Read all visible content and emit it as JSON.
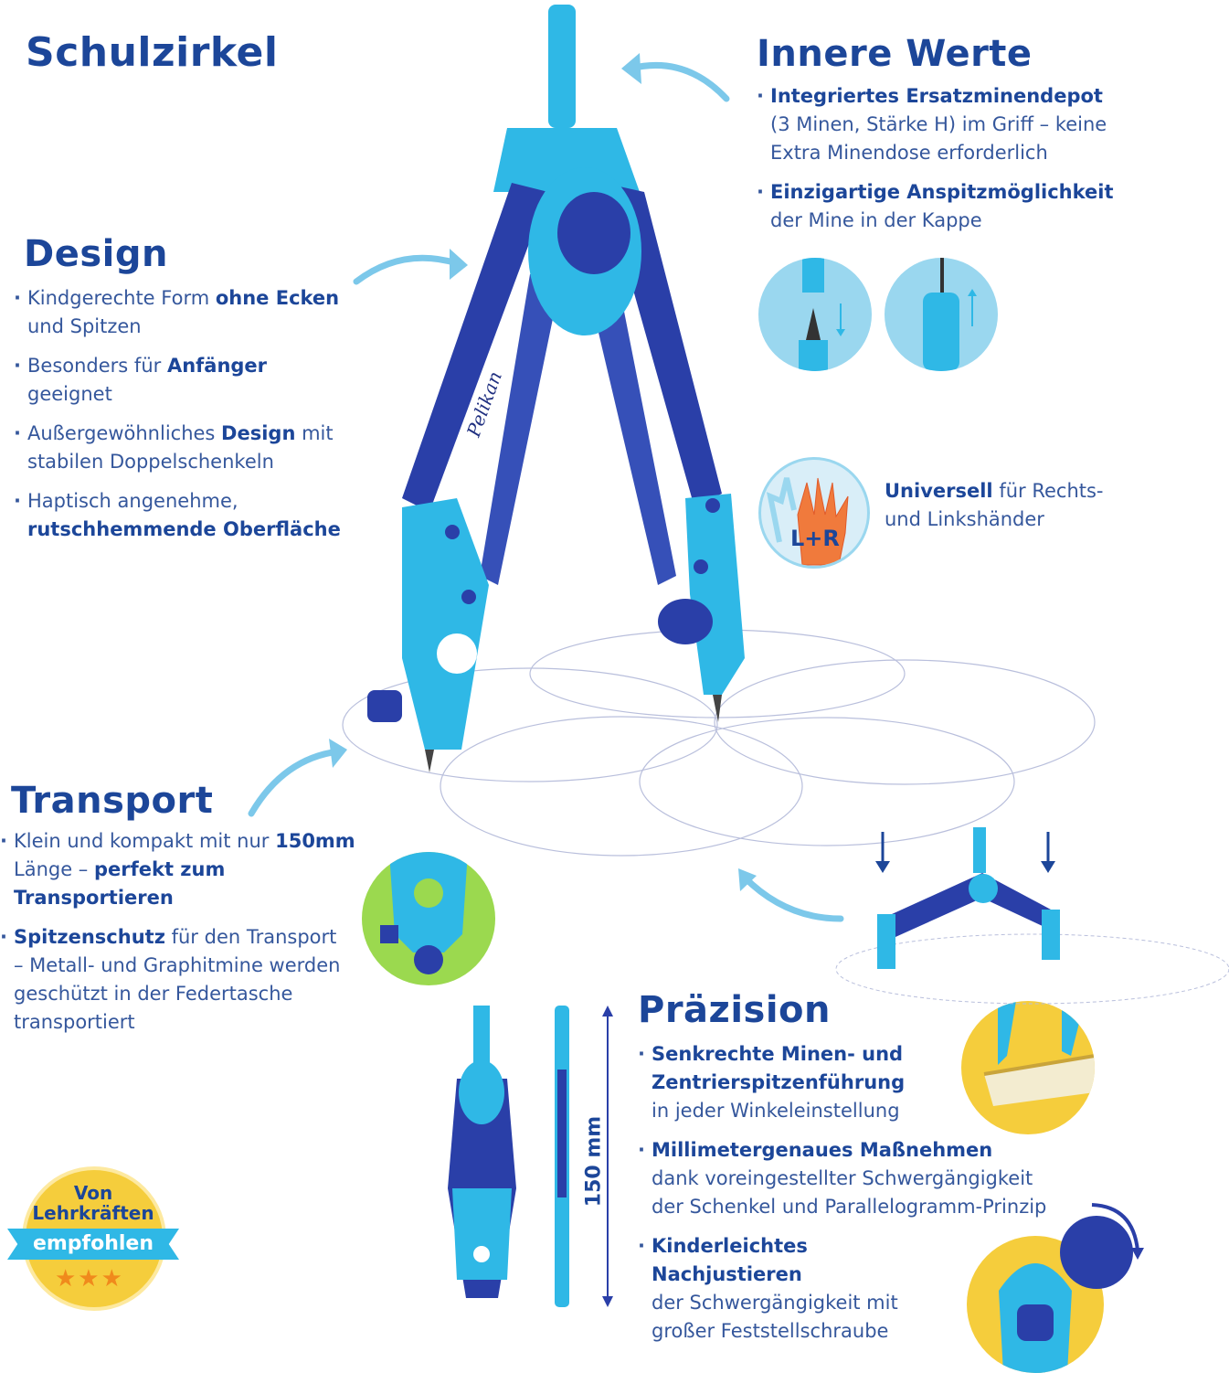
{
  "title": "Schulzirkel",
  "innere_werte": {
    "heading": "Innere Werte",
    "bullets": [
      [
        {
          "t": "Integriertes Ersatzminendepot",
          "b": true
        },
        {
          "t": "(3 Minen, Stärke H) im Griff – keine Extra Minendose erforderlich"
        }
      ],
      [
        {
          "t": "Einzigartige Anspitzmöglichkeit",
          "b": true
        },
        {
          "t": "der Mine in der Kappe"
        }
      ]
    ]
  },
  "universal": [
    {
      "t": "Universell",
      "b": true
    },
    {
      "t": " für Rechts- und Linkshänder"
    }
  ],
  "hand_badge": "L+R",
  "design": {
    "heading": "Design",
    "bullets": [
      [
        {
          "t": "Kindgerechte Form "
        },
        {
          "t": "ohne Ecken",
          "b": true
        },
        {
          "t": " und Spitzen"
        }
      ],
      [
        {
          "t": "Besonders für "
        },
        {
          "t": "Anfänger",
          "b": true
        },
        {
          "t": " geeignet"
        }
      ],
      [
        {
          "t": "Außergewöhnliches "
        },
        {
          "t": "Design",
          "b": true
        },
        {
          "t": " mit stabilen Doppelschenkeln"
        }
      ],
      [
        {
          "t": "Haptisch angenehme, "
        },
        {
          "t": "rutschhemmende Oberfläche",
          "b": true
        }
      ]
    ]
  },
  "transport": {
    "heading": "Transport",
    "bullets": [
      [
        {
          "t": "Klein und kompakt mit nur "
        },
        {
          "t": "150mm",
          "b": true
        },
        {
          "t": " Länge – "
        },
        {
          "t": "perfekt zum Transportieren",
          "b": true
        }
      ],
      [
        {
          "t": "Spitzenschutz",
          "b": true
        },
        {
          "t": " für den Transport – Metall- und Graphitmine werden geschützt in der Federtasche transportiert"
        }
      ]
    ]
  },
  "praezision": {
    "heading": "Präzision",
    "bullets": [
      [
        {
          "t": "Senkrechte Minen- und Zentrierspitzenführung",
          "b": true
        },
        {
          "t": "in jeder Winkeleinstellung"
        }
      ],
      [
        {
          "t": "Millimetergenaues Maßnehmen",
          "b": true
        },
        {
          "t": "dank voreingestellter Schwergängigkeit der Schenkel und Parallelogramm-Prinzip"
        }
      ],
      [
        {
          "t": "Kinderleichtes Nachjustieren",
          "b": true
        },
        {
          "t": "der Schwergängigkeit mit großer Feststellschraube"
        }
      ]
    ]
  },
  "dimension_label": "150 mm",
  "badge": {
    "line1": "Von",
    "line2": "Lehrkräften",
    "ribbon": "empfohlen"
  },
  "brand": "Pelikan",
  "colors": {
    "dark_blue": "#1c4699",
    "light_blue": "#2fb8e6",
    "navy": "#2a3fa8",
    "circle_blue": "#9ad7ef",
    "green": "#9bd94f",
    "yellow": "#f5cd3c"
  }
}
